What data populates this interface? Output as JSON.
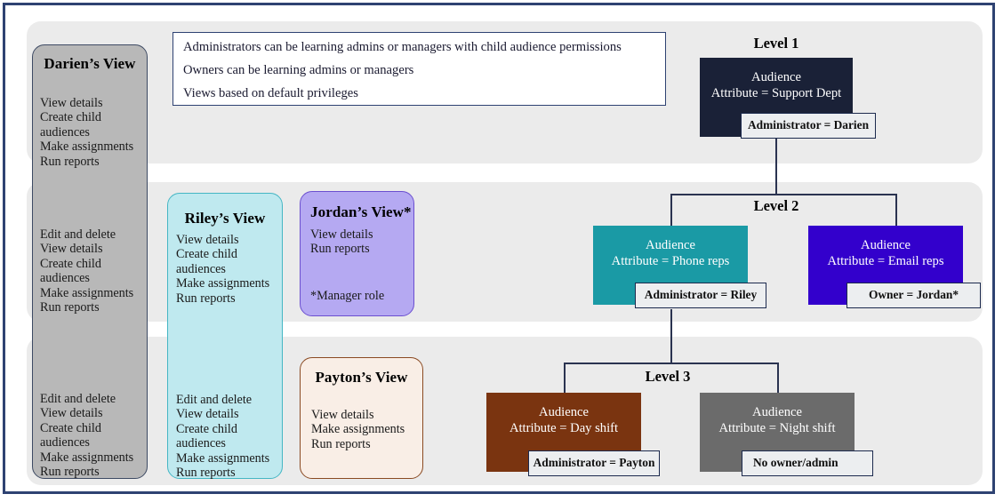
{
  "notes": {
    "lines": [
      "Administrators can be learning admins or managers with child audience permissions",
      "Owners can be learning admins or managers",
      "Views based on default privileges"
    ]
  },
  "views": {
    "darien": {
      "title": "Darien’s View",
      "band1": "View details\nCreate child audiences\nMake assignments\nRun reports",
      "band2": "Edit and delete\nView details\nCreate child audiences\nMake assignments\nRun reports",
      "band3": "Edit and delete\nView details\nCreate child audiences\nMake assignments\nRun reports"
    },
    "riley": {
      "title": "Riley’s View",
      "band2": "View details\nCreate child audiences\nMake assignments\nRun reports",
      "band3": "Edit and delete\nView details\nCreate child audiences\nMake assignments\nRun reports"
    },
    "jordan": {
      "title": "Jordan’s View*",
      "list": "View details\nRun reports",
      "footnote": "*Manager role"
    },
    "payton": {
      "title": "Payton’s View",
      "list": "View details\nMake assignments\nRun reports"
    }
  },
  "hierarchy": {
    "levels": [
      {
        "label": "Level 1"
      },
      {
        "label": "Level 2"
      },
      {
        "label": "Level 3"
      }
    ],
    "nodes": [
      {
        "id": "support-dept",
        "level": "Level 1",
        "title": "Audience",
        "attribute": "Attribute = Support Dept",
        "badge": "Administrator = Darien",
        "color": "#1a2137"
      },
      {
        "id": "phone-reps",
        "level": "Level 2",
        "title": "Audience",
        "attribute": "Attribute = Phone reps",
        "badge": "Administrator = Riley",
        "color": "#1a9aa5"
      },
      {
        "id": "email-reps",
        "level": "Level 2",
        "title": "Audience",
        "attribute": "Attribute = Email reps",
        "badge": "Owner = Jordan*",
        "color": "#3300cc"
      },
      {
        "id": "day-shift",
        "level": "Level 3",
        "title": "Audience",
        "attribute": "Attribute = Day shift",
        "badge": "Administrator = Payton",
        "color": "#7a3410"
      },
      {
        "id": "night-shift",
        "level": "Level 3",
        "title": "Audience",
        "attribute": "Attribute = Night shift",
        "badge": "No owner/admin",
        "color": "#6b6b6b"
      }
    ]
  },
  "colors": {
    "frame_border": "#2e4272",
    "band_bg": "#ebebeb",
    "connector": "#2a3350",
    "badge_bg": "#eceef0"
  }
}
